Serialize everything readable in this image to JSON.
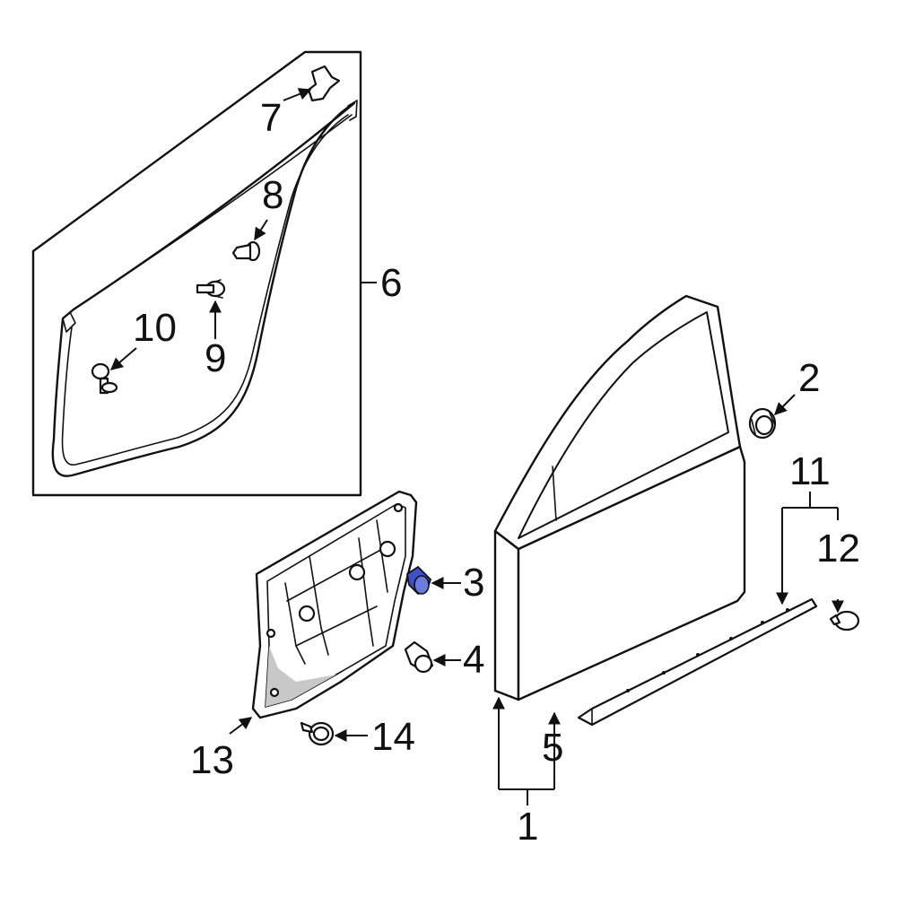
{
  "callouts": {
    "c1": "1",
    "c2": "2",
    "c3": "3",
    "c4": "4",
    "c5": "5",
    "c6": "6",
    "c7": "7",
    "c8": "8",
    "c9": "9",
    "c10": "10",
    "c11": "11",
    "c12": "12",
    "c13": "13",
    "c14": "14"
  },
  "colors": {
    "highlight_part": "#3f51c8",
    "line": "#111111"
  }
}
